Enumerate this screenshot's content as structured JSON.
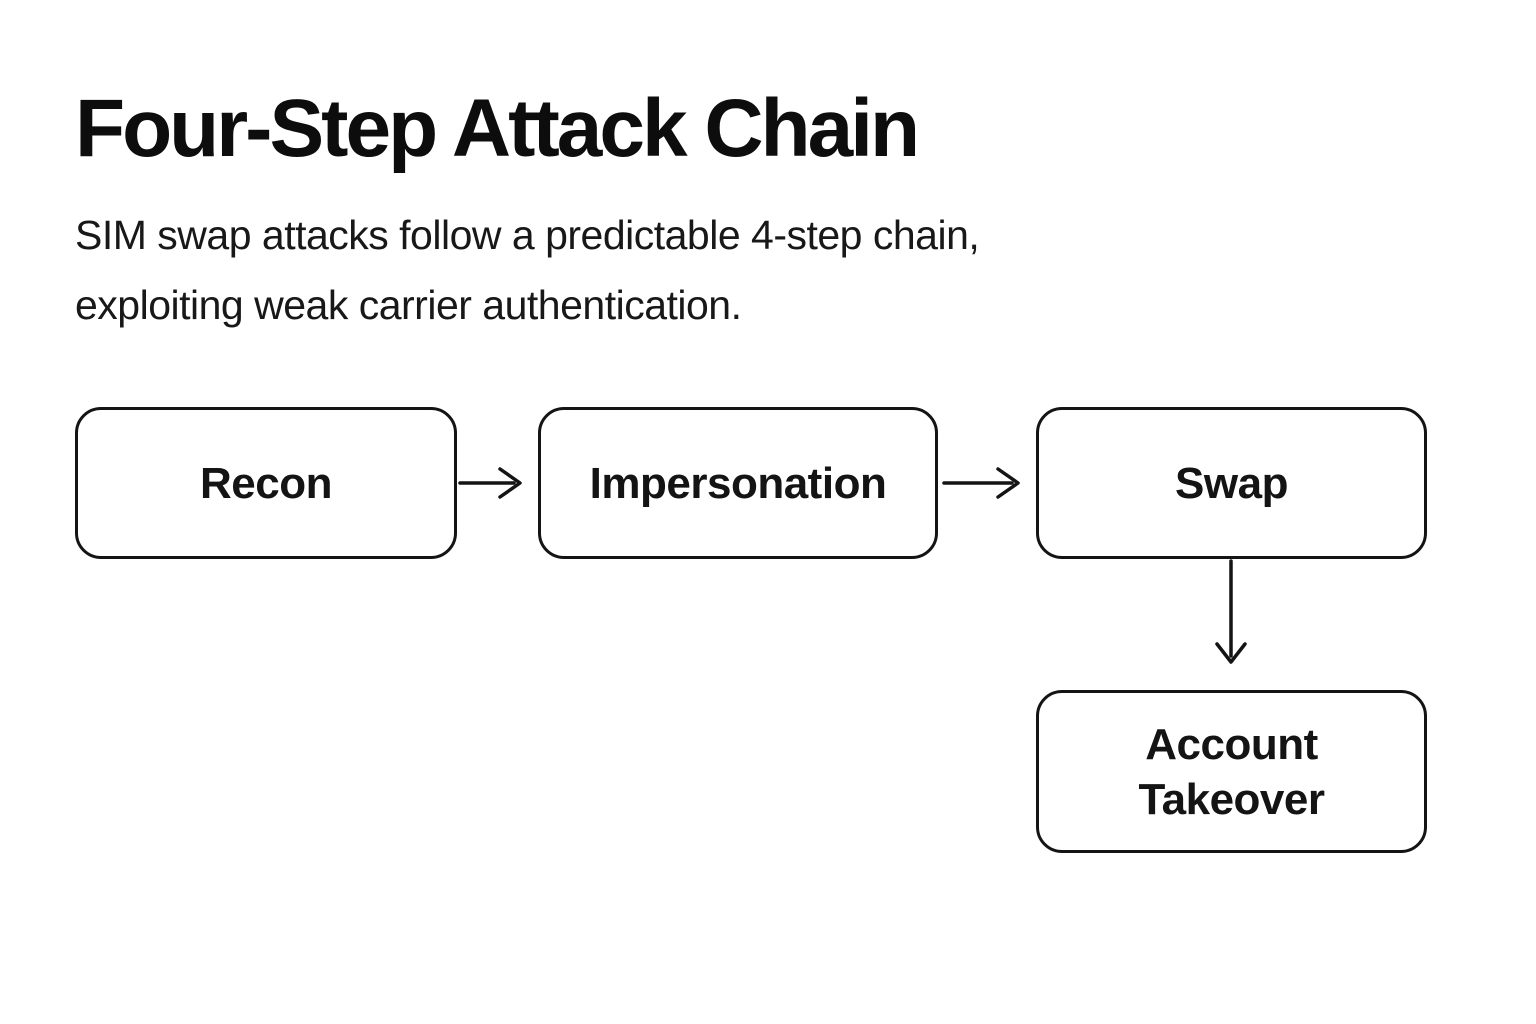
{
  "header": {
    "title": "Four-Step Attack Chain",
    "subtitle_lines": [
      "SIM swap attacks follow a predictable 4-step chain,",
      "exploiting weak carrier authentication."
    ],
    "subtitle_full": "SIM swap attacks follow a predictable 4-step chain, exploiting weak carrier authentication."
  },
  "diagram": {
    "type": "flowchart",
    "nodes": [
      {
        "id": "recon",
        "label": "Recon"
      },
      {
        "id": "impersonation",
        "label": "Impersonation"
      },
      {
        "id": "swap",
        "label": "Swap"
      },
      {
        "id": "account-takeover",
        "label": "Account Takeover"
      }
    ],
    "edges": [
      {
        "from": "recon",
        "to": "impersonation",
        "direction": "right"
      },
      {
        "from": "impersonation",
        "to": "swap",
        "direction": "right"
      },
      {
        "from": "swap",
        "to": "account-takeover",
        "direction": "down"
      }
    ]
  },
  "colors": {
    "background": "#ffffff",
    "stroke": "#141414",
    "text": "#111111"
  }
}
